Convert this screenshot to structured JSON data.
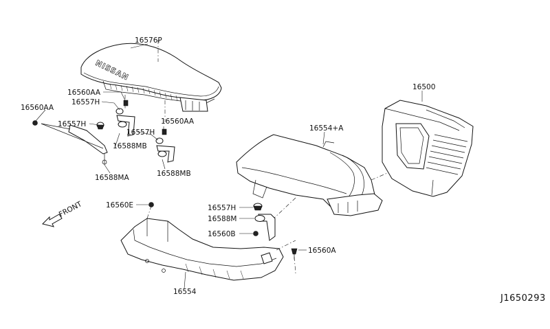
{
  "diagram_code": "J1650293",
  "front_label": "FRONT",
  "brand_mark": "NISSAN",
  "callouts": [
    {
      "id": "c1",
      "text": "16576P"
    },
    {
      "id": "c2",
      "text": "16560AA"
    },
    {
      "id": "c3",
      "text": "16557H"
    },
    {
      "id": "c4",
      "text": "16560AA"
    },
    {
      "id": "c5",
      "text": "16557H"
    },
    {
      "id": "c6",
      "text": "16588MB"
    },
    {
      "id": "c7",
      "text": "16557H"
    },
    {
      "id": "c8",
      "text": "16560AA"
    },
    {
      "id": "c9",
      "text": "16588MB"
    },
    {
      "id": "c10",
      "text": "16588MA"
    },
    {
      "id": "c11",
      "text": "16500"
    },
    {
      "id": "c12",
      "text": "16554+A"
    },
    {
      "id": "c13",
      "text": "16560E"
    },
    {
      "id": "c14",
      "text": "16557H"
    },
    {
      "id": "c15",
      "text": "16588M"
    },
    {
      "id": "c16",
      "text": "16560B"
    },
    {
      "id": "c17",
      "text": "16560A"
    },
    {
      "id": "c18",
      "text": "16554"
    }
  ]
}
